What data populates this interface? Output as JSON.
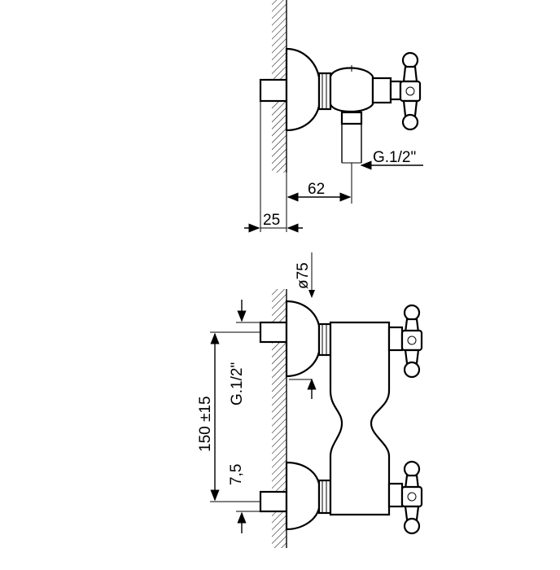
{
  "top_view": {
    "thread_label": "G.1/2\"",
    "dim_depth": "62",
    "dim_wall": "25"
  },
  "bottom_view": {
    "rosette_diameter": "ø75",
    "thread_label": "G.1/2\"",
    "center_distance": "150 ±15",
    "offset": "7,5"
  }
}
